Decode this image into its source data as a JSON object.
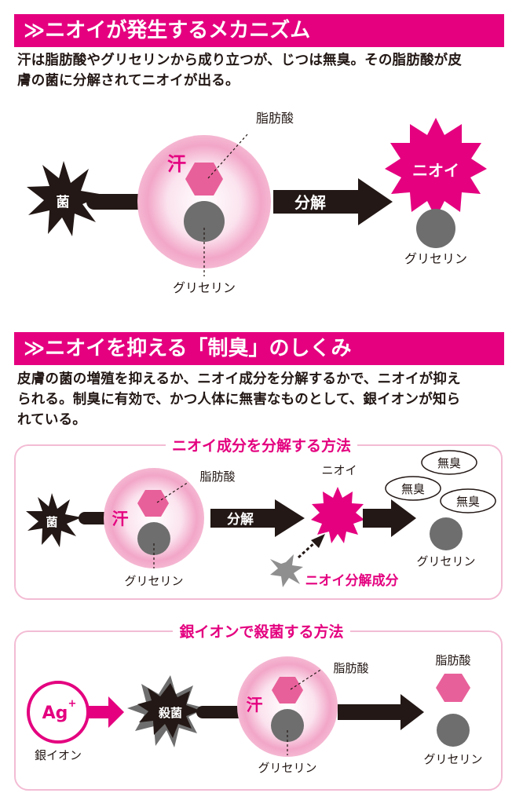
{
  "section1": {
    "heading": "≫ニオイが発生するメカニズム",
    "para_line1": "汗は脂肪酸やグリセリンから成り立つが、じつは無臭。その脂肪酸が皮",
    "para_line2": "膚の菌に分解されてニオイが出る。",
    "diagram": {
      "bacteria": "菌",
      "sweat": "汗",
      "fatty_acid": "脂肪酸",
      "glycerin": "グリセリン",
      "decompose": "分解",
      "odor": "ニオイ",
      "glycerin_right": "グリセリン"
    }
  },
  "section2": {
    "heading": "≫ニオイを抑える「制臭」のしくみ",
    "para_line1": "皮膚の菌の増殖を抑えるか、ニオイ成分を分解するかで、ニオイが抑え",
    "para_line2": "られる。制臭に有効で、かつ人体に無害なものとして、銀イオンが知ら",
    "para_line3": "れている。",
    "method1": {
      "title": "ニオイ成分を分解する方法",
      "bacteria": "菌",
      "sweat": "汗",
      "fatty_acid": "脂肪酸",
      "glycerin": "グリセリン",
      "decompose": "分解",
      "odor": "ニオイ",
      "odorless_1": "無臭",
      "odorless_2": "無臭",
      "odorless_3": "無臭",
      "glycerin_right": "グリセリン",
      "odor_decomposer": "ニオイ分解成分"
    },
    "method2": {
      "title": "銀イオンで殺菌する方法",
      "ag": "Ag",
      "ag_sup": "+",
      "silver_ion": "銀イオン",
      "sterilize": "殺菌",
      "sweat": "汗",
      "fatty_acid": "脂肪酸",
      "glycerin": "グリセリン",
      "fatty_acid_right": "脂肪酸",
      "glycerin_right": "グリセリン"
    }
  },
  "colors": {
    "accent": "#e4007f",
    "hexagon": "#e8609a",
    "dark": "#231815",
    "gray_ball": "#6e6e6e",
    "box_border": "#f3bcd4"
  }
}
